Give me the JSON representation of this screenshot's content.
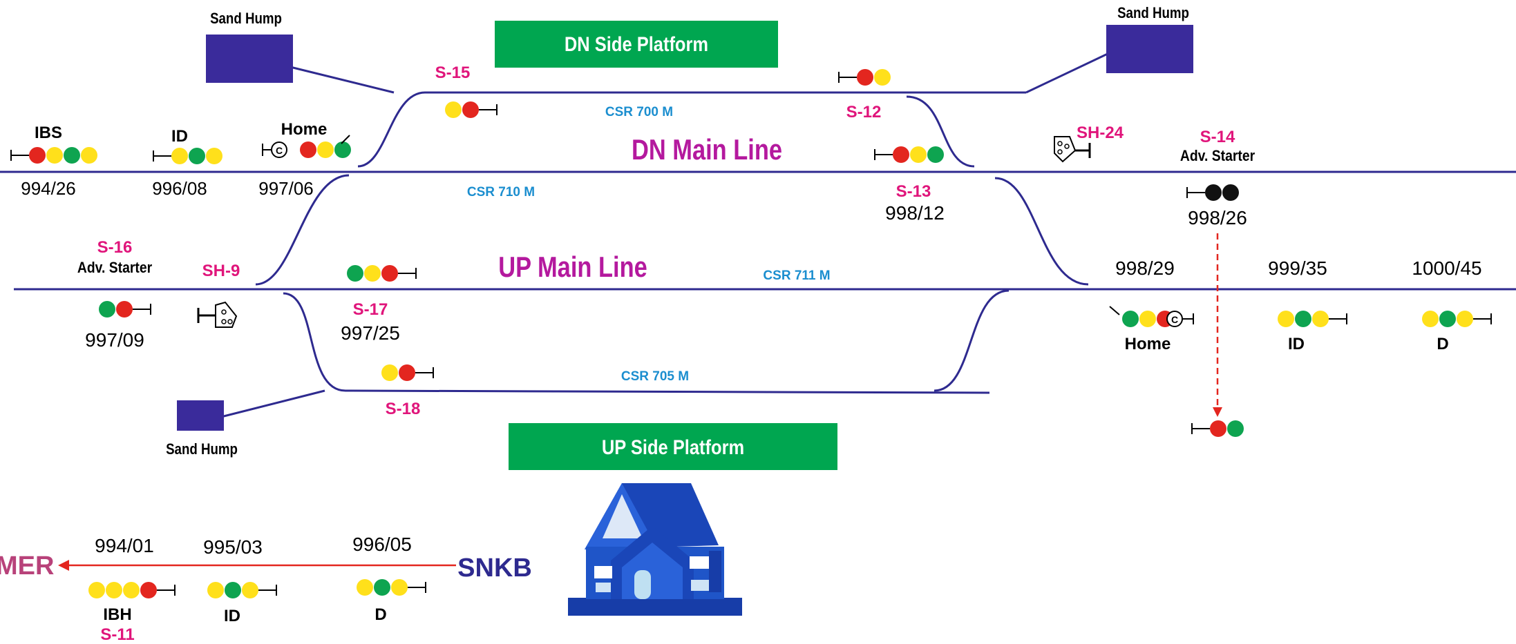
{
  "colors": {
    "track": "#2e2a8f",
    "sand_hump": "#3a2b9b",
    "platform": "#00a650",
    "signal_label": "#e0157b",
    "csr_label": "#1b8ecf",
    "line_title": "#b4199e",
    "aspect_red": "#e3261f",
    "aspect_yellow": "#ffe01b",
    "aspect_green": "#0ea450",
    "aspect_black": "#111111",
    "arrow_red": "#e3261f",
    "snkb": "#2e2a8f",
    "mer": "#b8427a"
  },
  "platforms": {
    "dn": "DN Side Platform",
    "up": "UP Side Platform"
  },
  "lines": {
    "dn_main": "DN Main Line",
    "up_main": "UP Main Line"
  },
  "sand_humps": {
    "top_left": "Sand Hump",
    "top_right": "Sand Hump",
    "bottom_left": "Sand Hump"
  },
  "csr": {
    "c700": "CSR 700 M",
    "c710": "CSR 710 M",
    "c711": "CSR 711 M",
    "c705": "CSR 705 M"
  },
  "stations": {
    "left": "MER",
    "right": "SNKB"
  },
  "signals": {
    "dn_ibs": {
      "name": "IBS",
      "km": "994/26",
      "aspects": [
        "red",
        "yellow",
        "green",
        "yellow"
      ]
    },
    "dn_id": {
      "name": "ID",
      "km": "996/08",
      "aspects": [
        "yellow",
        "green",
        "yellow"
      ]
    },
    "dn_home": {
      "name": "Home",
      "km": "997/06",
      "aspects": [
        "red",
        "yellow",
        "green"
      ]
    },
    "s15": {
      "name": "S-15",
      "aspects": [
        "yellow",
        "red"
      ]
    },
    "s12": {
      "name": "S-12",
      "aspects": [
        "red",
        "yellow"
      ]
    },
    "s13": {
      "name": "S-13",
      "km": "998/12",
      "aspects": [
        "red",
        "yellow",
        "green"
      ]
    },
    "sh24": {
      "name": "SH-24"
    },
    "s14": {
      "name": "S-14",
      "sub": "Adv. Starter",
      "km": "998/26",
      "aspects": [
        "black",
        "black"
      ]
    },
    "s14_rep": {
      "aspects": [
        "red",
        "green"
      ]
    },
    "s16": {
      "name": "S-16",
      "sub": "Adv. Starter",
      "km": "997/09",
      "aspects": [
        "green",
        "red"
      ]
    },
    "sh9": {
      "name": "SH-9"
    },
    "s17": {
      "name": "S-17",
      "km": "997/25",
      "aspects": [
        "green",
        "yellow",
        "red"
      ]
    },
    "s18": {
      "name": "S-18",
      "aspects": [
        "yellow",
        "red"
      ]
    },
    "up_home": {
      "name": "Home",
      "km": "998/29",
      "aspects": [
        "green",
        "yellow",
        "red"
      ]
    },
    "up_id": {
      "name": "ID",
      "km": "999/35",
      "aspects": [
        "yellow",
        "green",
        "yellow"
      ]
    },
    "up_d": {
      "name": "D",
      "km": "1000/45",
      "aspects": [
        "yellow",
        "green",
        "yellow"
      ]
    },
    "ibh": {
      "name": "IBH",
      "num": "S-11",
      "km": "994/01",
      "aspects": [
        "yellow",
        "yellow",
        "yellow",
        "red"
      ]
    },
    "bot_id": {
      "name": "ID",
      "km": "995/03",
      "aspects": [
        "yellow",
        "green",
        "yellow"
      ]
    },
    "bot_d": {
      "name": "D",
      "km": "996/05",
      "aspects": [
        "yellow",
        "green",
        "yellow"
      ]
    }
  }
}
